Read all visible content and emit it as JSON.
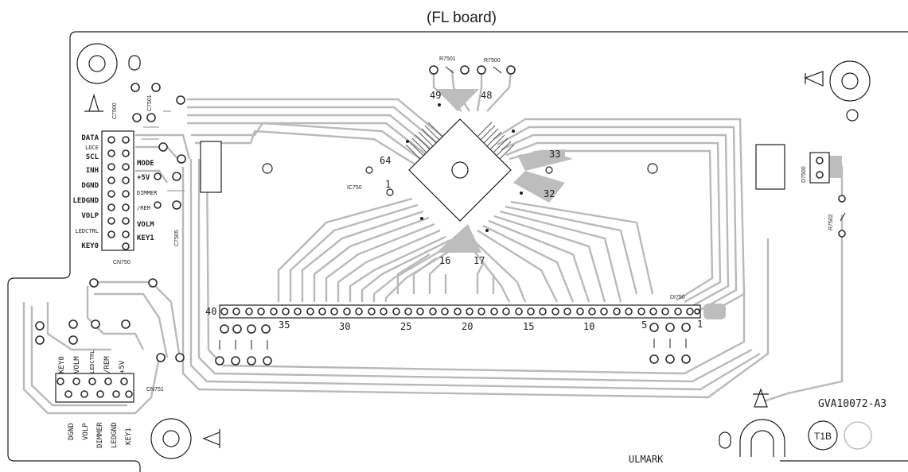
{
  "title": "(FL board)",
  "part_number": "GVA10072-A3",
  "ul_mark": "ULMARK",
  "t1b_label": "T1B",
  "refs": {
    "r7501": "R7501",
    "r7500": "R7500",
    "r7502": "R7502",
    "c7500": "C7500",
    "c7501": "C7501",
    "c7505": "C7505",
    "d7500": "D7500",
    "ic750": "IC750",
    "cn750": "CN750",
    "cn751": "CN751",
    "di750": "DI750"
  },
  "ic_pins": {
    "p49": "49",
    "p48": "48",
    "p64": "64",
    "p1": "1",
    "p33": "33",
    "p32": "32",
    "p16": "16",
    "p17": "17"
  },
  "cn750_left_labels": [
    "DATA",
    "LDCE",
    "SCL",
    "INH",
    "DGND",
    "LEDGND",
    "VOLP",
    "LEDCTRL",
    "KEY0"
  ],
  "cn750_right_labels": [
    "MODE",
    "+5V",
    "DIMMER",
    "/REM",
    "VOLM",
    "KEY1"
  ],
  "cn751_top_labels": [
    "KEY0",
    "VOLM",
    "LEDCTRL",
    "/REM",
    "+5V"
  ],
  "cn751_bottom_labels": [
    "DGND",
    "VOLP",
    "DIMMER",
    "LEDGND",
    "KEY1"
  ],
  "di750_pin_numbers": [
    "40",
    "35",
    "30",
    "25",
    "20",
    "15",
    "10",
    "5",
    "1"
  ]
}
